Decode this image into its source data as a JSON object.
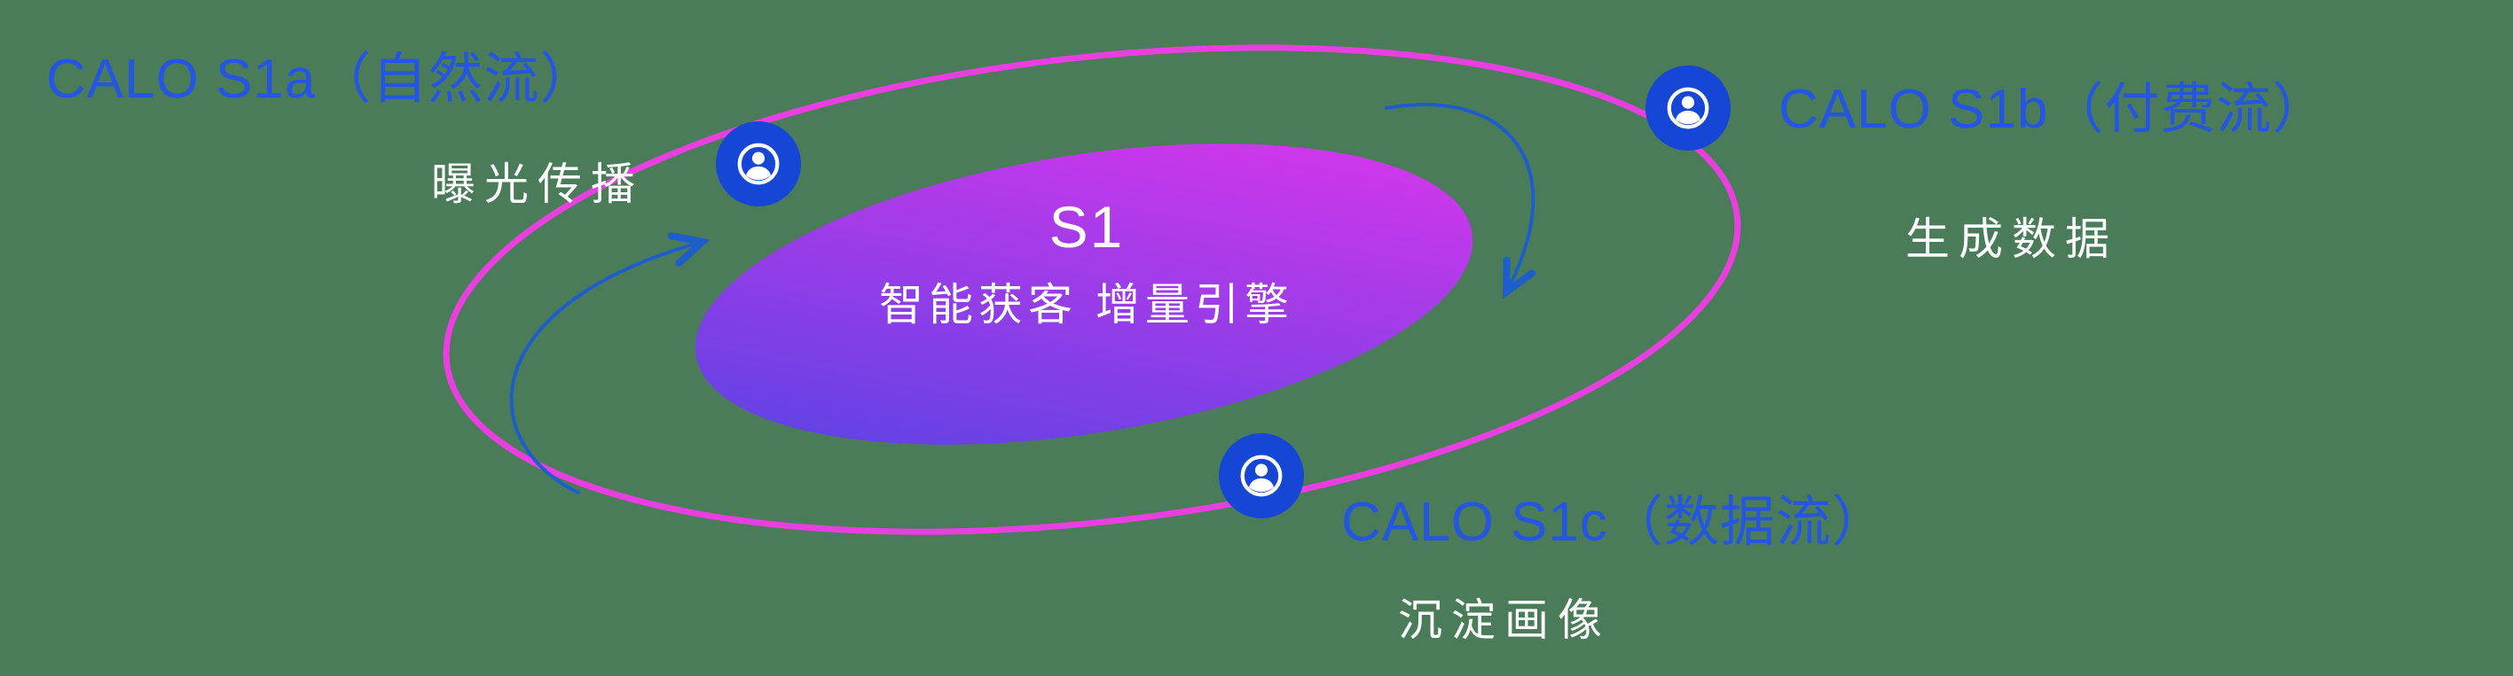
{
  "center": {
    "title": "S1",
    "subtitle": "智能获客  增量引擎"
  },
  "nodes": [
    {
      "id": "s1a",
      "label": "CALO S1a（自然流）",
      "sublabel": "曝光传播",
      "icon": "user-icon"
    },
    {
      "id": "s1b",
      "label": "CALO S1b（付费流）",
      "sublabel": "生成数据",
      "icon": "user-icon"
    },
    {
      "id": "s1c",
      "label": "CALO S1c（数据流）",
      "sublabel": "沉淀画像",
      "icon": "user-icon"
    }
  ],
  "colors": {
    "background": "#4a7c59",
    "label-blue": "#2456e3",
    "sublabel-white": "#ffffff",
    "ring-magenta": "#e93fe0",
    "arrow-blue": "#1d5ecc",
    "icon-blue": "#1546d6",
    "gradient-from-blue": "#5044e4",
    "gradient-to-magenta": "#e335ec"
  }
}
